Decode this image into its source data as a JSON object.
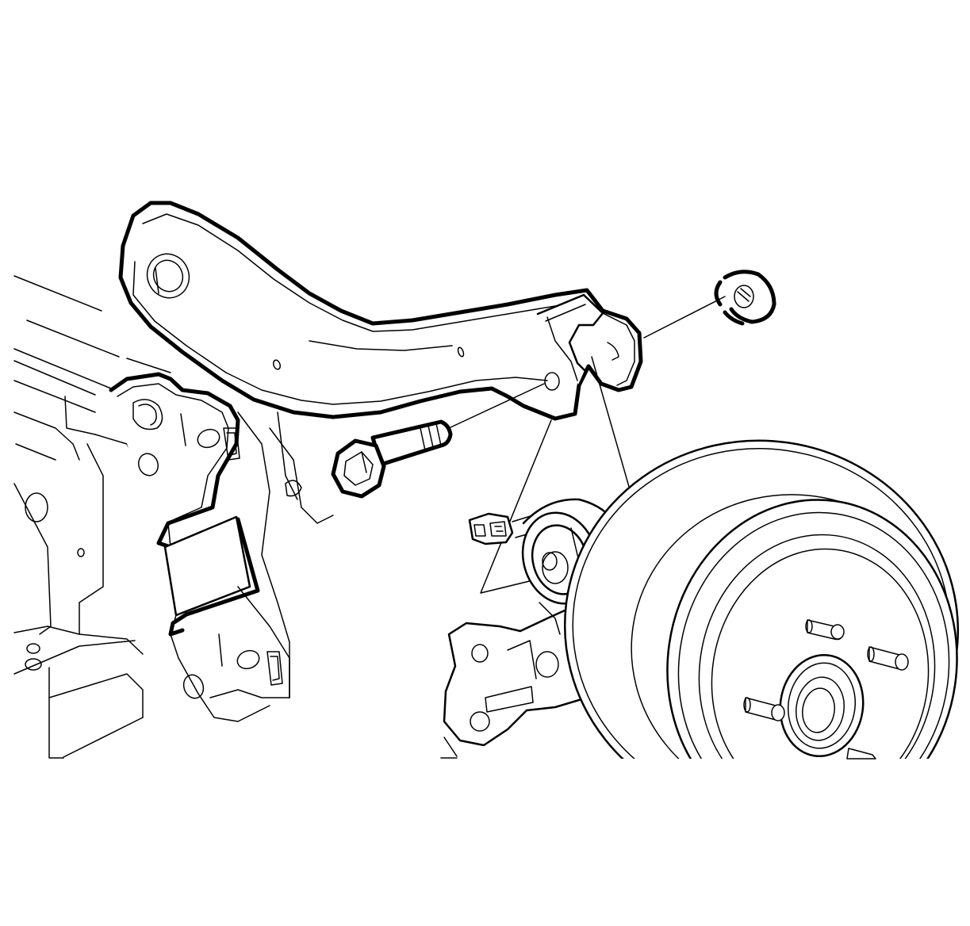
{
  "figure": {
    "kind": "exploded-view line illustration",
    "background": "#ffffff",
    "line_color": "#000000",
    "parts": [
      "vehicle-frame",
      "mounting-bracket",
      "trailing-arm",
      "arm-bolt",
      "arm-nut",
      "bushing",
      "sensor-connector",
      "knuckle",
      "brake-drum",
      "wheel-hub",
      "wheel-studs"
    ]
  }
}
